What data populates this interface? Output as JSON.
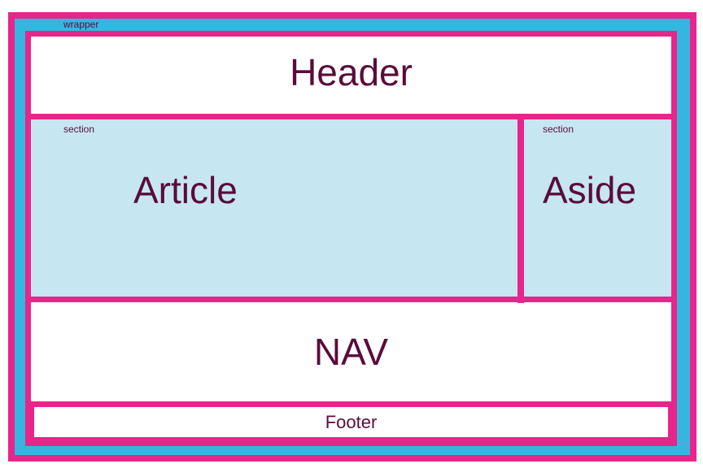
{
  "wrapper": {
    "label": "wrapper"
  },
  "header": {
    "title": "Header"
  },
  "article": {
    "section_label": "section",
    "title": "Article"
  },
  "aside": {
    "section_label": "section",
    "title": "Aside"
  },
  "nav": {
    "title": "NAV"
  },
  "footer": {
    "title": "Footer"
  },
  "colors": {
    "border": "#e8258a",
    "outer_fill": "#35b6e0",
    "section_fill": "#c6e7f2",
    "text": "#5b0b3b"
  }
}
